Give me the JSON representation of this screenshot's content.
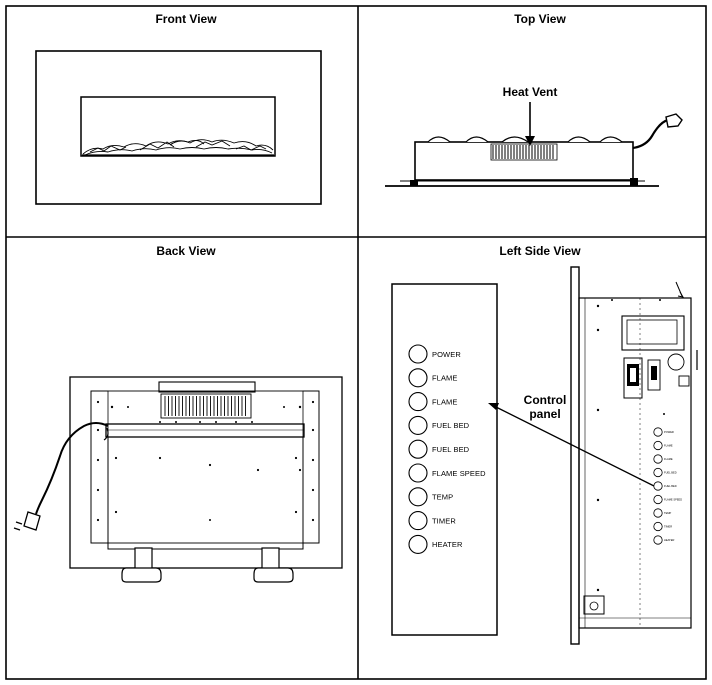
{
  "panels": {
    "front_title": "Front View",
    "top_title": "Top View",
    "back_title": "Back View",
    "left_title": "Left Side View"
  },
  "top_view": {
    "callout": "Heat Vent"
  },
  "left_view": {
    "callout_line1": "Control",
    "callout_line2": "panel",
    "buttons": [
      "POWER",
      "FLAME",
      "FLAME",
      "FUEL BED",
      "FUEL BED",
      "FLAME SPEED",
      "TEMP",
      "TIMER",
      "HEATER"
    ],
    "small_buttons": [
      "POWER",
      "FLAME",
      "FLAME",
      "FUEL BED",
      "FUEL BED",
      "FLAME SPEED",
      "TEMP",
      "TIMER",
      "HEATER"
    ]
  }
}
